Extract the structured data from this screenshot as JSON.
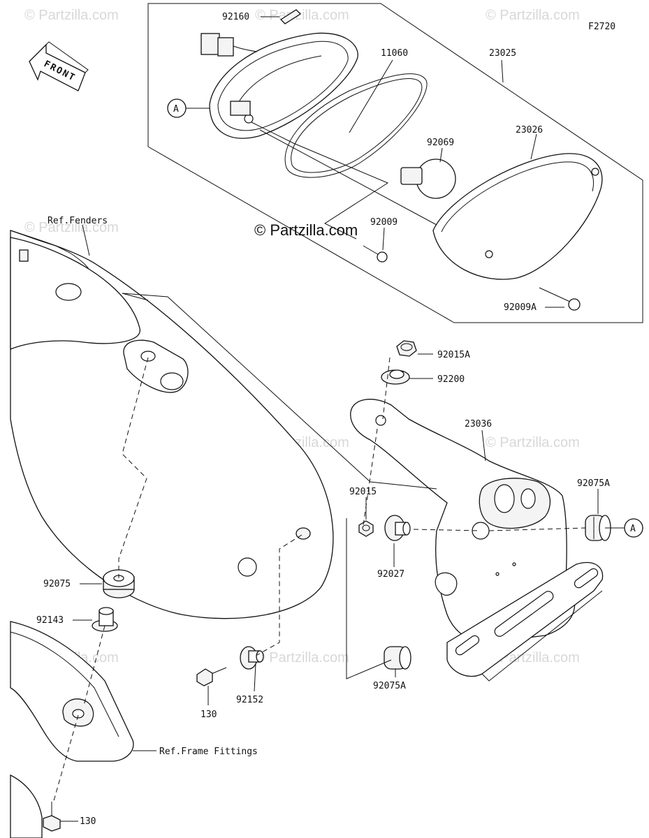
{
  "diagram_code": "F2720",
  "front_arrow_label": "FRONT",
  "watermark": "© Partzilla.com",
  "callout_ref": "A",
  "parts": {
    "p92160": "92160",
    "p11060": "11060",
    "p23025": "23025",
    "p23026": "23026",
    "p92069": "92069",
    "p92009": "92009",
    "p92009A": "92009A",
    "p92015A": "92015A",
    "p92200": "92200",
    "p23036": "23036",
    "p92015": "92015",
    "p92075A_top": "92075A",
    "p92027": "92027",
    "p92075": "92075",
    "p92143": "92143",
    "p92152": "92152",
    "p130_mid": "130",
    "p92075A_bottom": "92075A",
    "p130_bottom": "130"
  },
  "references": {
    "fenders": "Ref.Fenders",
    "frame_fittings": "Ref.Frame Fittings"
  }
}
